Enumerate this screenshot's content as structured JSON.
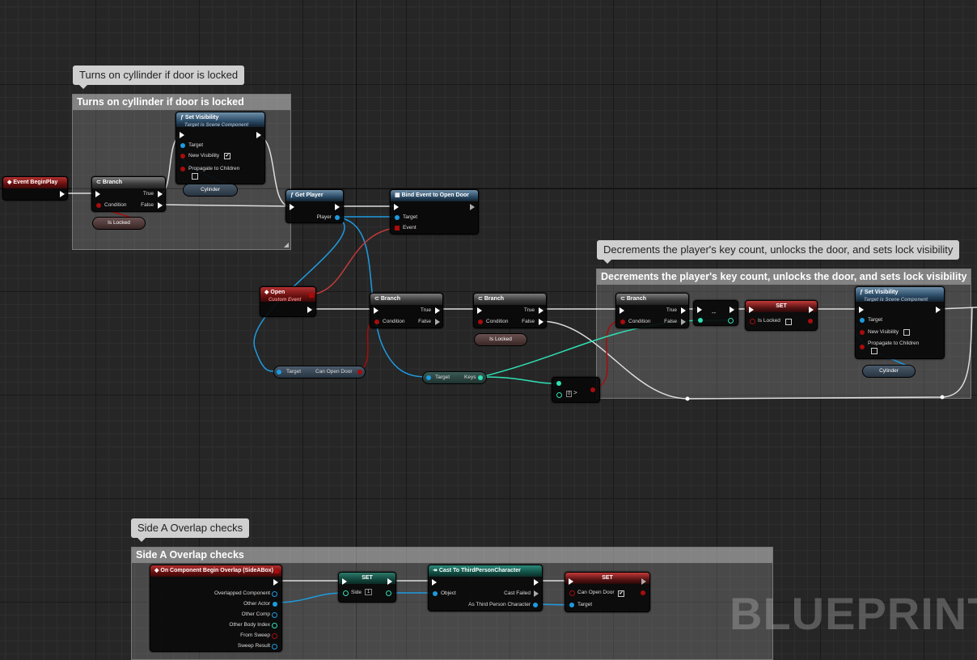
{
  "comments": [
    {
      "bubble": "Turns on cyllinder if door is locked",
      "header": "Turns on cyllinder if door is locked"
    },
    {
      "bubble": "Decrements the player's key count, unlocks the door, and sets lock visibility",
      "header": "Decrements the player's key count, unlocks the door, and sets lock visibility"
    },
    {
      "bubble": "Side A Overlap checks",
      "header": "Side A Overlap checks"
    }
  ],
  "nodes": {
    "begin_play": {
      "title": "Event BeginPlay"
    },
    "branch1": {
      "title": "Branch",
      "true": "True",
      "false": "False",
      "condition": "Condition"
    },
    "is_locked1": {
      "label": "Is Locked"
    },
    "set_vis1": {
      "title": "Set Visibility",
      "subtitle": "Target is Scene Component",
      "target": "Target",
      "new_vis": "New Visibility",
      "propagate": "Propagate to Children"
    },
    "cylinder1": {
      "label": "Cylinder"
    },
    "get_player": {
      "title": "Get Player",
      "player": "Player"
    },
    "bind_event": {
      "title": "Bind Event to Open Door",
      "target": "Target",
      "event": "Event"
    },
    "open_event": {
      "title": "Open",
      "subtitle": "Custom Event"
    },
    "branch2": {
      "title": "Branch",
      "true": "True",
      "false": "False",
      "condition": "Condition"
    },
    "branch3": {
      "title": "Branch",
      "true": "True",
      "false": "False",
      "condition": "Condition"
    },
    "is_locked2": {
      "label": "Is Locked"
    },
    "target_can_open": {
      "target": "Target",
      "can_open": "Can Open Door"
    },
    "target_keys": {
      "target": "Target",
      "keys": "Keys"
    },
    "greater": {
      "value": "0"
    },
    "branch4": {
      "title": "Branch",
      "true": "True",
      "false": "False",
      "condition": "Condition"
    },
    "decrement": {
      "label": "--"
    },
    "set_locked": {
      "title": "SET",
      "is_locked": "Is Locked"
    },
    "set_vis2": {
      "title": "Set Visibility",
      "subtitle": "Target is Scene Component",
      "target": "Target",
      "new_vis": "New Visibility",
      "propagate": "Propagate to Children"
    },
    "cylinder2": {
      "label": "Cylinder"
    },
    "overlap_event": {
      "title": "On Component Begin Overlap (SideABox)",
      "pins": [
        "Overlapped Component",
        "Other Actor",
        "Other Comp",
        "Other Body Index",
        "From Sweep",
        "Sweep Result"
      ]
    },
    "set_side": {
      "title": "SET",
      "side": "Side",
      "side_value": "1"
    },
    "cast": {
      "title": "Cast To ThirdPersonCharacter",
      "object": "Object",
      "cast_failed": "Cast Failed",
      "as_char": "As Third Person Character"
    },
    "set_can_open": {
      "title": "SET",
      "can_open": "Can Open Door",
      "target": "Target"
    }
  },
  "watermark": "BLUEPRINT",
  "colors": {
    "exec": "#ffffff",
    "object_pin": "#1e9be0",
    "bool_pin": "#a80c0c",
    "int_pin": "#2fe0b4"
  }
}
